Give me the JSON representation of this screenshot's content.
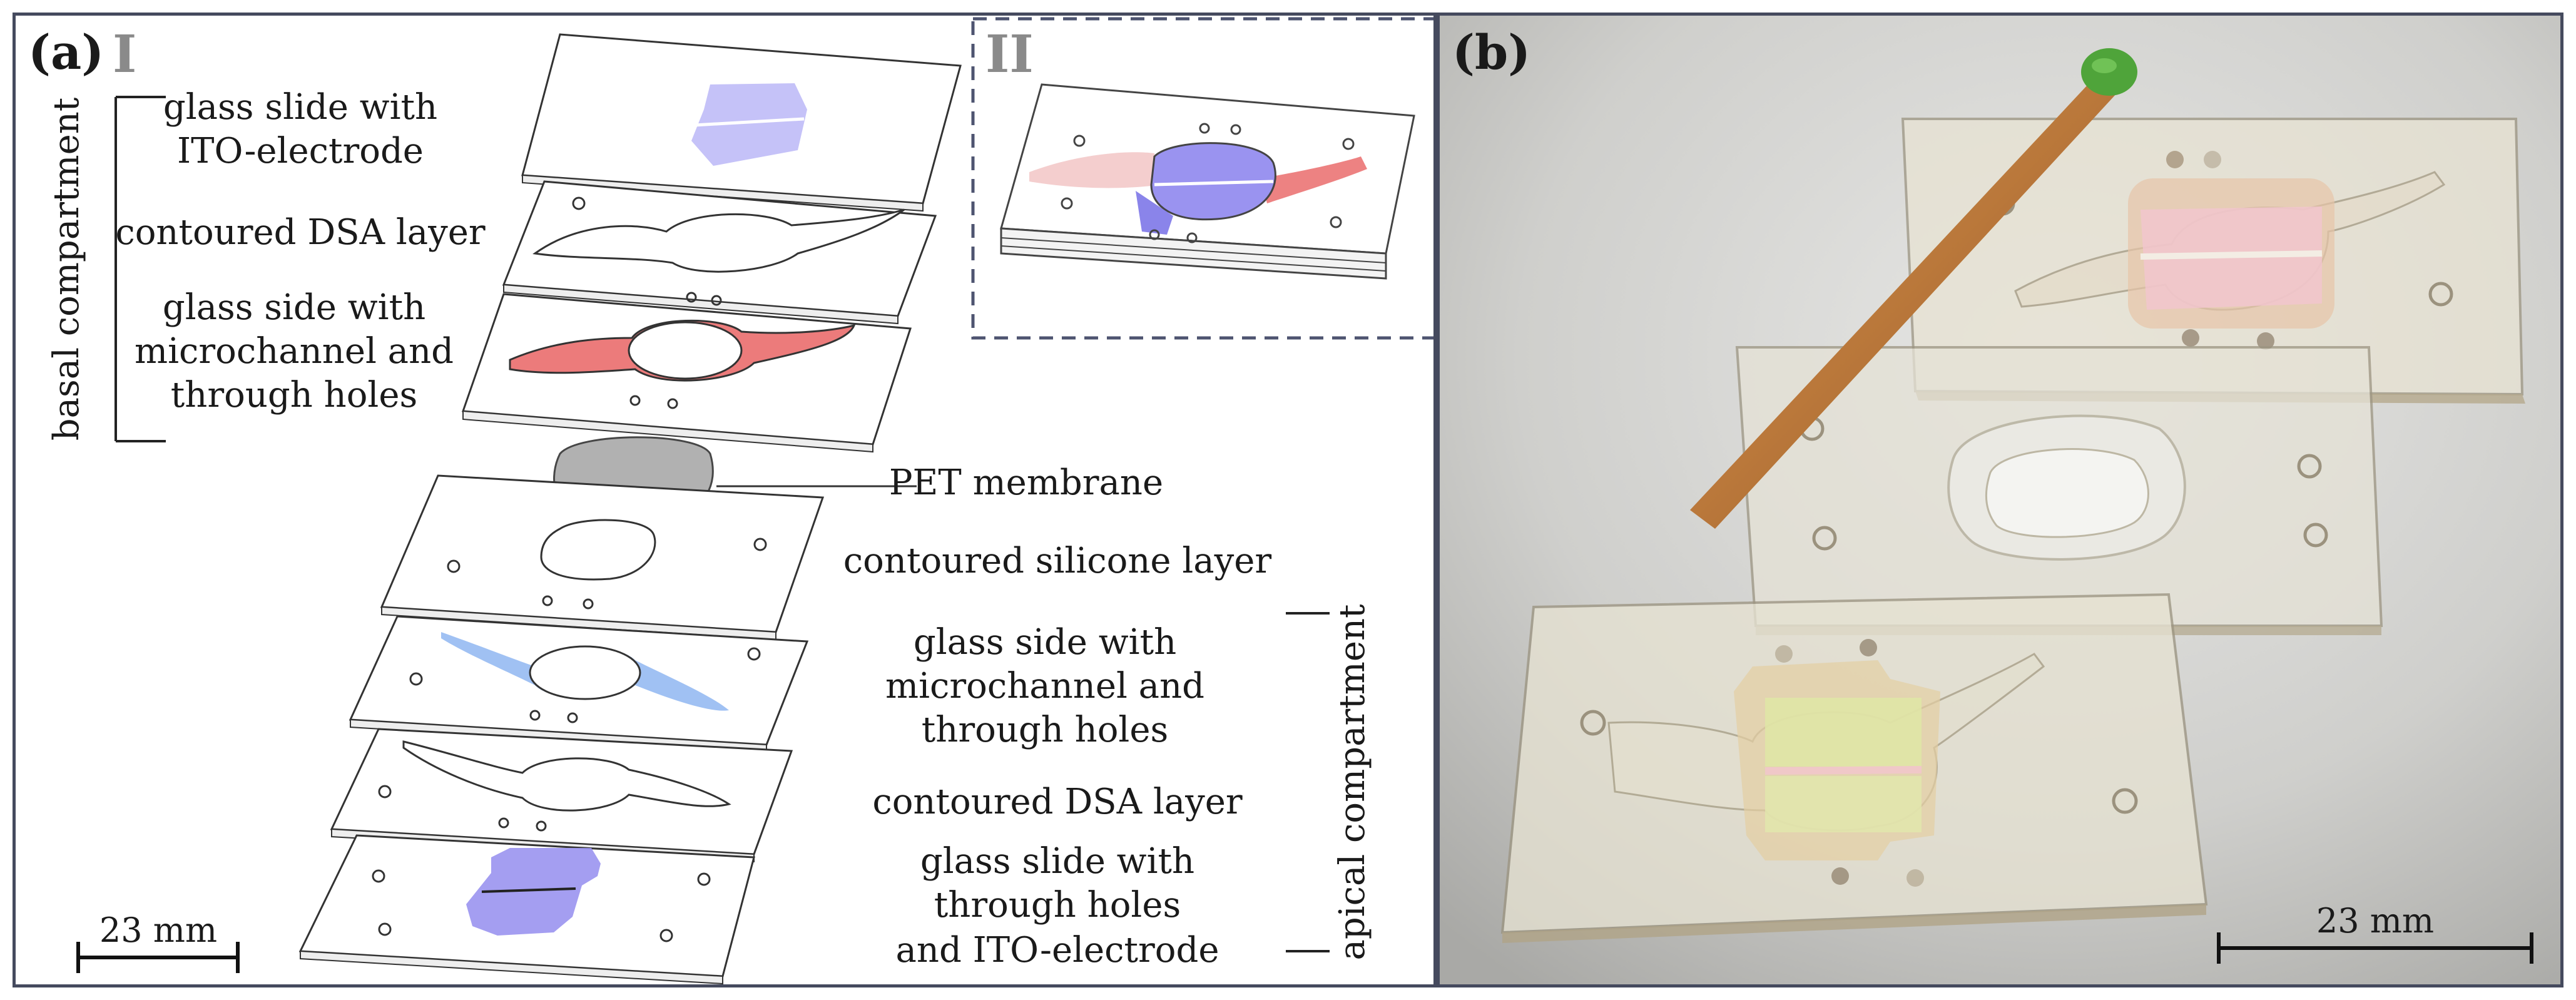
{
  "panel_a": {
    "letter": "(a)",
    "sub_I": "I",
    "sub_II": "II",
    "basal_label": "basal compartment",
    "apical_label": "apical compartment",
    "layers": [
      {
        "line1": "glass slide with",
        "line2": "ITO-electrode"
      },
      {
        "line1": "contoured DSA layer"
      },
      {
        "line1": "glass side with",
        "line2": "microchannel and",
        "line3": "through holes"
      },
      {
        "line1": "PET membrane"
      },
      {
        "line1": "contoured silicone layer"
      },
      {
        "line1": "glass side with",
        "line2": "microchannel and",
        "line3": "through holes"
      },
      {
        "line1": "contoured DSA layer"
      },
      {
        "line1": "glass slide with",
        "line2": "through holes",
        "line3": "and ITO-electrode"
      }
    ],
    "scale_label": "23 mm"
  },
  "panel_b": {
    "letter": "(b)",
    "scale_label": "23 mm"
  },
  "colors": {
    "frame": "#454a5e",
    "ito_violet": "#9a93f0",
    "channel_red": "#ec7b7b",
    "channel_blue": "#8fb6f1",
    "membrane_gray": "#a9a9a9",
    "photo_bg": "#c9c9c5"
  }
}
